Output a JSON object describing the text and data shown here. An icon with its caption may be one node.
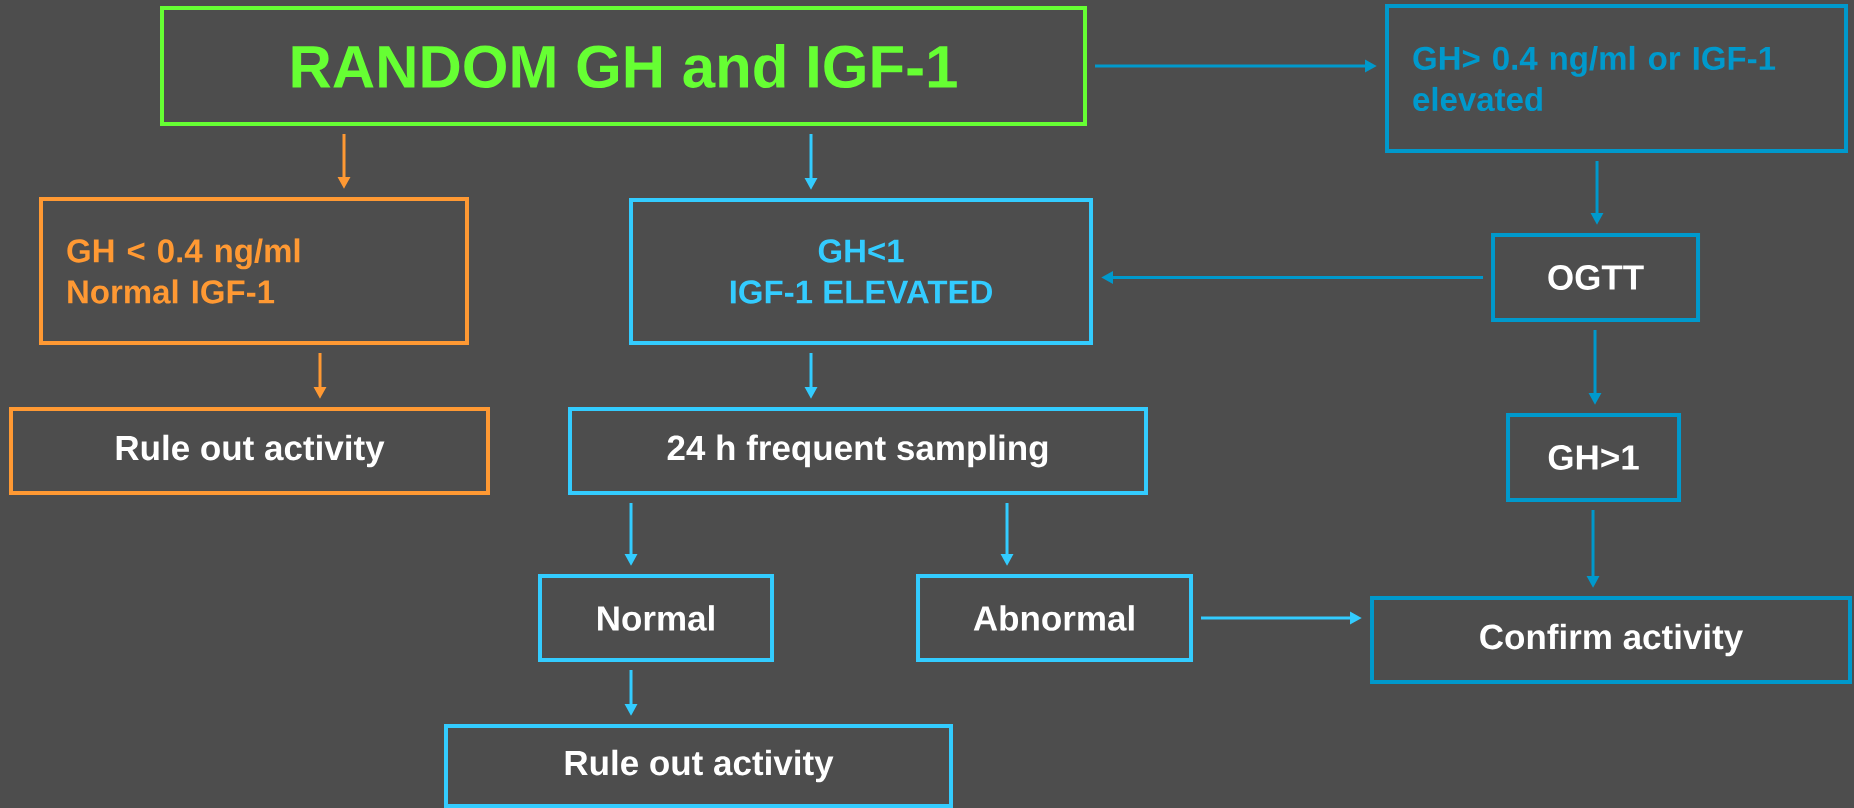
{
  "diagram": {
    "nodes": [
      {
        "text": [
          "RANDOM GH and IGF-1"
        ]
      },
      {
        "text": [
          "GH> 0.4 ng/ml or IGF-1 elevated"
        ]
      },
      {
        "text": [
          "GH < 0.4 ng/ml",
          "Normal IGF-1"
        ]
      },
      {
        "text": [
          "GH<1",
          "IGF-1 ELEVATED"
        ]
      },
      {
        "text": [
          "OGTT"
        ]
      },
      {
        "text": [
          "Rule out activity"
        ]
      },
      {
        "text": [
          "24 h frequent sampling"
        ]
      },
      {
        "text": [
          "GH>1"
        ]
      },
      {
        "text": [
          "Normal"
        ]
      },
      {
        "text": [
          "Abnormal"
        ]
      },
      {
        "text": [
          "Confirm activity"
        ]
      },
      {
        "text": [
          "Rule out activity"
        ]
      }
    ],
    "edges": [
      {
        "from": 0,
        "to": 1,
        "arrow": "to",
        "color": "#0099cc"
      },
      {
        "from": 0,
        "to": 2,
        "arrow": "to",
        "color": "#ff9933"
      },
      {
        "from": 0,
        "to": 3,
        "arrow": "to"
      },
      {
        "from": 1,
        "to": 4,
        "arrow": "to",
        "color": "#0099cc"
      },
      {
        "from": 4,
        "to": 3,
        "arrow": "to",
        "color": "#0099cc"
      },
      {
        "from": 2,
        "to": 5,
        "arrow": "to",
        "color": "#ff9933"
      },
      {
        "from": 3,
        "to": 6,
        "arrow": "to"
      },
      {
        "from": 4,
        "to": 7,
        "arrow": "to",
        "color": "#0099cc"
      },
      {
        "from": 6,
        "to": 8,
        "arrow": "to"
      },
      {
        "from": 6,
        "to": 9,
        "arrow": "to"
      },
      {
        "from": 7,
        "to": 10,
        "arrow": "to",
        "color": "#0099cc"
      },
      {
        "from": 9,
        "to": 10,
        "arrow": "to"
      },
      {
        "from": 8,
        "to": 11,
        "arrow": "to"
      }
    ]
  }
}
